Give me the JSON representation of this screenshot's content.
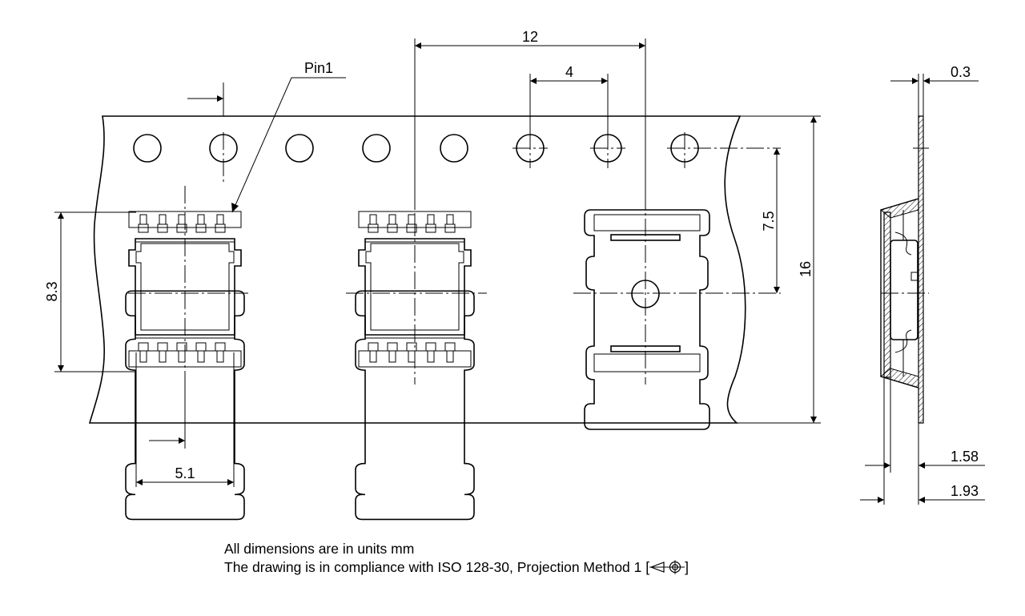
{
  "labels": {
    "pin1": "Pin1",
    "pitch_pockets": "12",
    "pitch_holes": "4",
    "thickness_tape": "0.3",
    "hole_to_center": "7.5",
    "tape_width": "16",
    "pocket_length": "8.3",
    "pocket_width": "5.1",
    "depth_inner": "1.58",
    "depth_outer": "1.93"
  },
  "notes": {
    "units": "All dimensions are in units mm",
    "standard": "The drawing is in compliance with ISO 128-30, Projection Method 1 [",
    "standard_end": "]"
  },
  "icons": {
    "projection_symbol": "first-angle-projection-icon"
  }
}
